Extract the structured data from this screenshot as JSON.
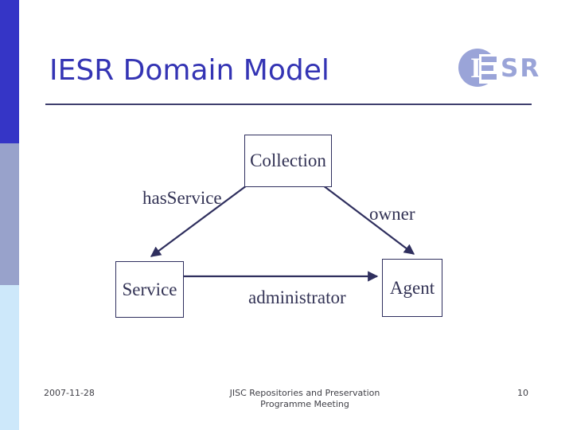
{
  "slide": {
    "title": "IESR Domain Model",
    "footer": {
      "date": "2007-11-28",
      "center_line1": "JISC Repositories and Preservation",
      "center_line2": "Programme Meeting",
      "page_number": "10"
    }
  },
  "logo": {
    "letter_i": "I",
    "letters_sr": "SR"
  },
  "diagram": {
    "nodes": [
      {
        "label": "Collection"
      },
      {
        "label": "Service"
      },
      {
        "label": "Agent"
      }
    ],
    "edges": [
      {
        "label": "hasService",
        "from": "Collection",
        "to": "Service"
      },
      {
        "label": "owner",
        "from": "Collection",
        "to": "Agent"
      },
      {
        "label": "administrator",
        "from": "Service",
        "to": "Agent"
      }
    ]
  },
  "colors": {
    "sidebar_top": "#3535c6",
    "sidebar_middle": "#98a2cb",
    "sidebar_bottom": "#cde8fa",
    "title_text": "#3434b4",
    "divider": "#3f3f6e",
    "diagram_ink": "#2f2f5e",
    "logo_periwinkle": "#9aa4d8",
    "footer_text": "#3f3f46"
  }
}
